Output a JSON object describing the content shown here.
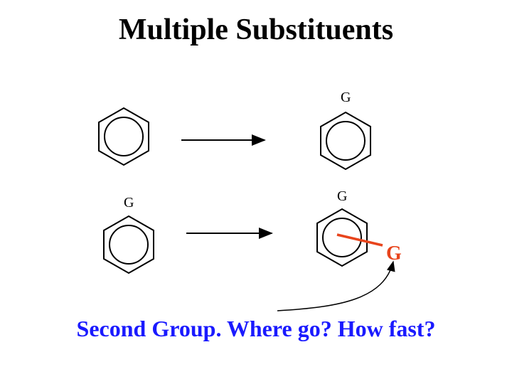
{
  "slide": {
    "title": "Multiple Substituents",
    "caption": "Second Group.  Where go?  How fast?"
  },
  "diagram": {
    "substituent_label": "G",
    "second_group_label": "G",
    "colors": {
      "structure": "#000000",
      "second_group": "#e8441c",
      "caption": "#1a1aff"
    }
  }
}
